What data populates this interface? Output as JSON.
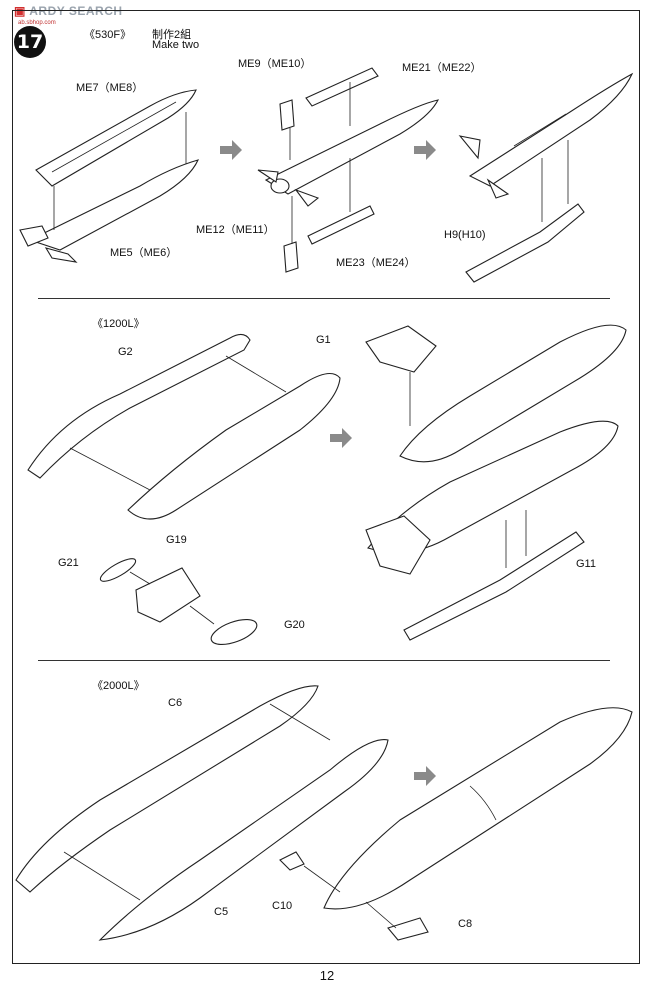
{
  "watermark": {
    "brand_left": "ARDY",
    "brand_right": "SEARCH",
    "site": "ab.sbhop.com"
  },
  "step": {
    "number": "17"
  },
  "sections": {
    "s530": {
      "title": "《530F》",
      "note_cn": "制作2組",
      "note_en": "Make two",
      "parts": {
        "me7": "ME7（ME8）",
        "me5": "ME5（ME6）",
        "me9": "ME9（ME10）",
        "me21": "ME21（ME22）",
        "me12": "ME12（ME11）",
        "me23": "ME23（ME24）",
        "h9": "H9(H10)"
      }
    },
    "s1200": {
      "title": "《1200L》",
      "parts": {
        "g1": "G1",
        "g2": "G2",
        "g19": "G19",
        "g20": "G20",
        "g21": "G21",
        "g11": "G11"
      }
    },
    "s2000": {
      "title": "《2000L》",
      "parts": {
        "c5": "C5",
        "c6": "C6",
        "c8": "C8",
        "c10": "C10"
      }
    }
  },
  "page": {
    "number": "12"
  },
  "colors": {
    "line": "#222222",
    "arrow": "#8a8a8a",
    "step_badge": "#111111"
  }
}
